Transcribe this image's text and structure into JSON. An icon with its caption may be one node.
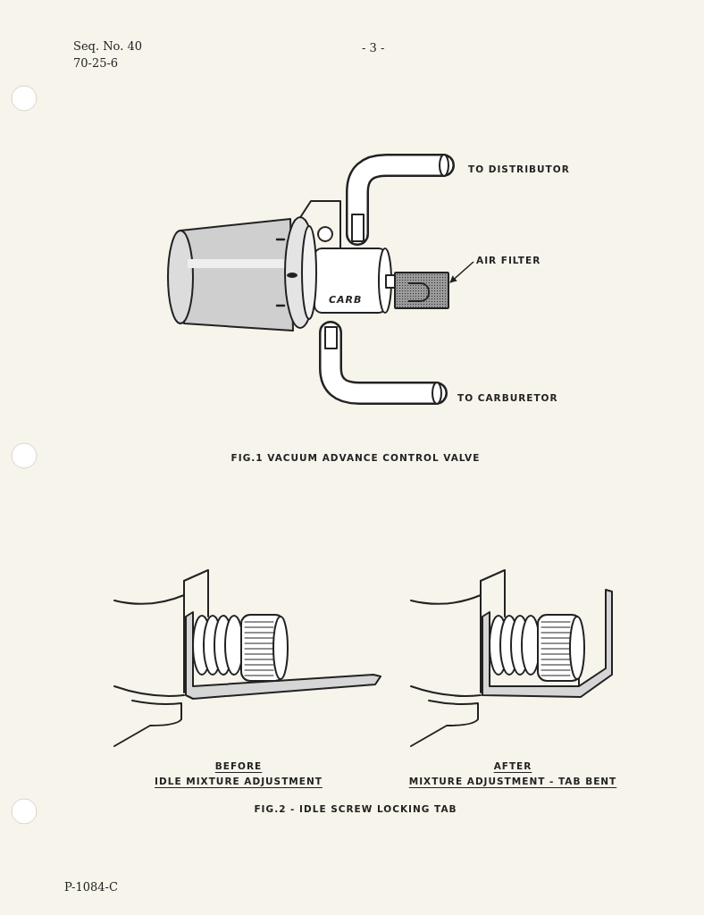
{
  "diagram": {
    "nodes": [
      {
        "text": [
          "AIR FILTER"
        ]
      },
      {
        "text": [],
        "shape": "box"
      }
    ],
    "edges": [
      {
        "from": 0,
        "to": 1,
        "arrow": "to"
      }
    ],
    "labels": [
      "Seq. No. 40",
      "- 3 -",
      "70-25-6",
      "TO DISTRIBUTOR",
      "CARB",
      "TO CARBURETOR",
      "FIG.1 VACUUM ADVANCE CONTROL VALVE",
      "BEFORE",
      "IDLE MIXTURE ADJUSTMENT",
      "AFTER",
      "MIXTURE ADJUSTMENT - TAB BENT",
      "FIG.2 - IDLE SCREW LOCKING TAB",
      "P-1084-C"
    ]
  }
}
